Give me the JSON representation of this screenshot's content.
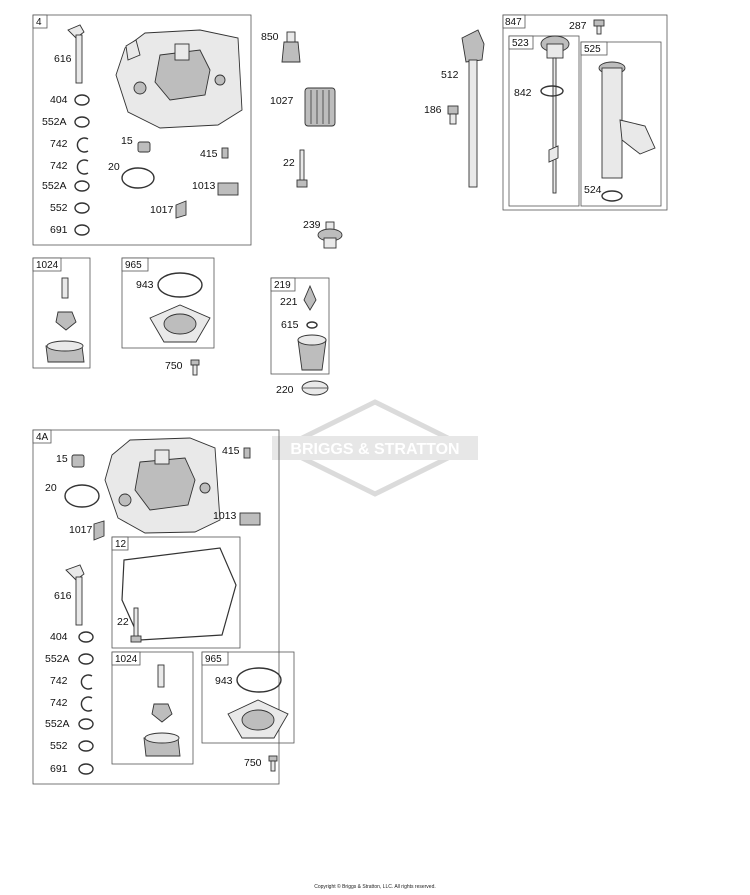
{
  "watermark": "BRIGGS & STRATTON",
  "copyright": "Copyright © Briggs & Stratton, LLC. All rights reserved.",
  "groups": {
    "g4": "4",
    "g1024": "1024",
    "g965": "965",
    "g219": "219",
    "g847": "847",
    "g523": "523",
    "g525": "525",
    "g4A": "4A",
    "g12": "12",
    "g1024b": "1024",
    "g965b": "965"
  },
  "labels": {
    "l616": "616",
    "l404": "404",
    "l552A": "552A",
    "l742": "742",
    "l742b": "742",
    "l552Ab": "552A",
    "l552": "552",
    "l691": "691",
    "l15": "15",
    "l20": "20",
    "l415": "415",
    "l1013": "1013",
    "l1017": "1017",
    "l850": "850",
    "l1027": "1027",
    "l22": "22",
    "l239": "239",
    "l943": "943",
    "l750": "750",
    "l221": "221",
    "l615": "615",
    "l220": "220",
    "l512": "512",
    "l186": "186",
    "l842": "842",
    "l287": "287",
    "l524": "524",
    "m15": "15",
    "m20": "20",
    "m415": "415",
    "m1013": "1013",
    "m1017": "1017",
    "m616": "616",
    "m22": "22",
    "m404": "404",
    "m552A": "552A",
    "m742": "742",
    "m742b": "742",
    "m552Ab": "552A",
    "m552": "552",
    "m691": "691",
    "m943": "943",
    "m750": "750"
  }
}
